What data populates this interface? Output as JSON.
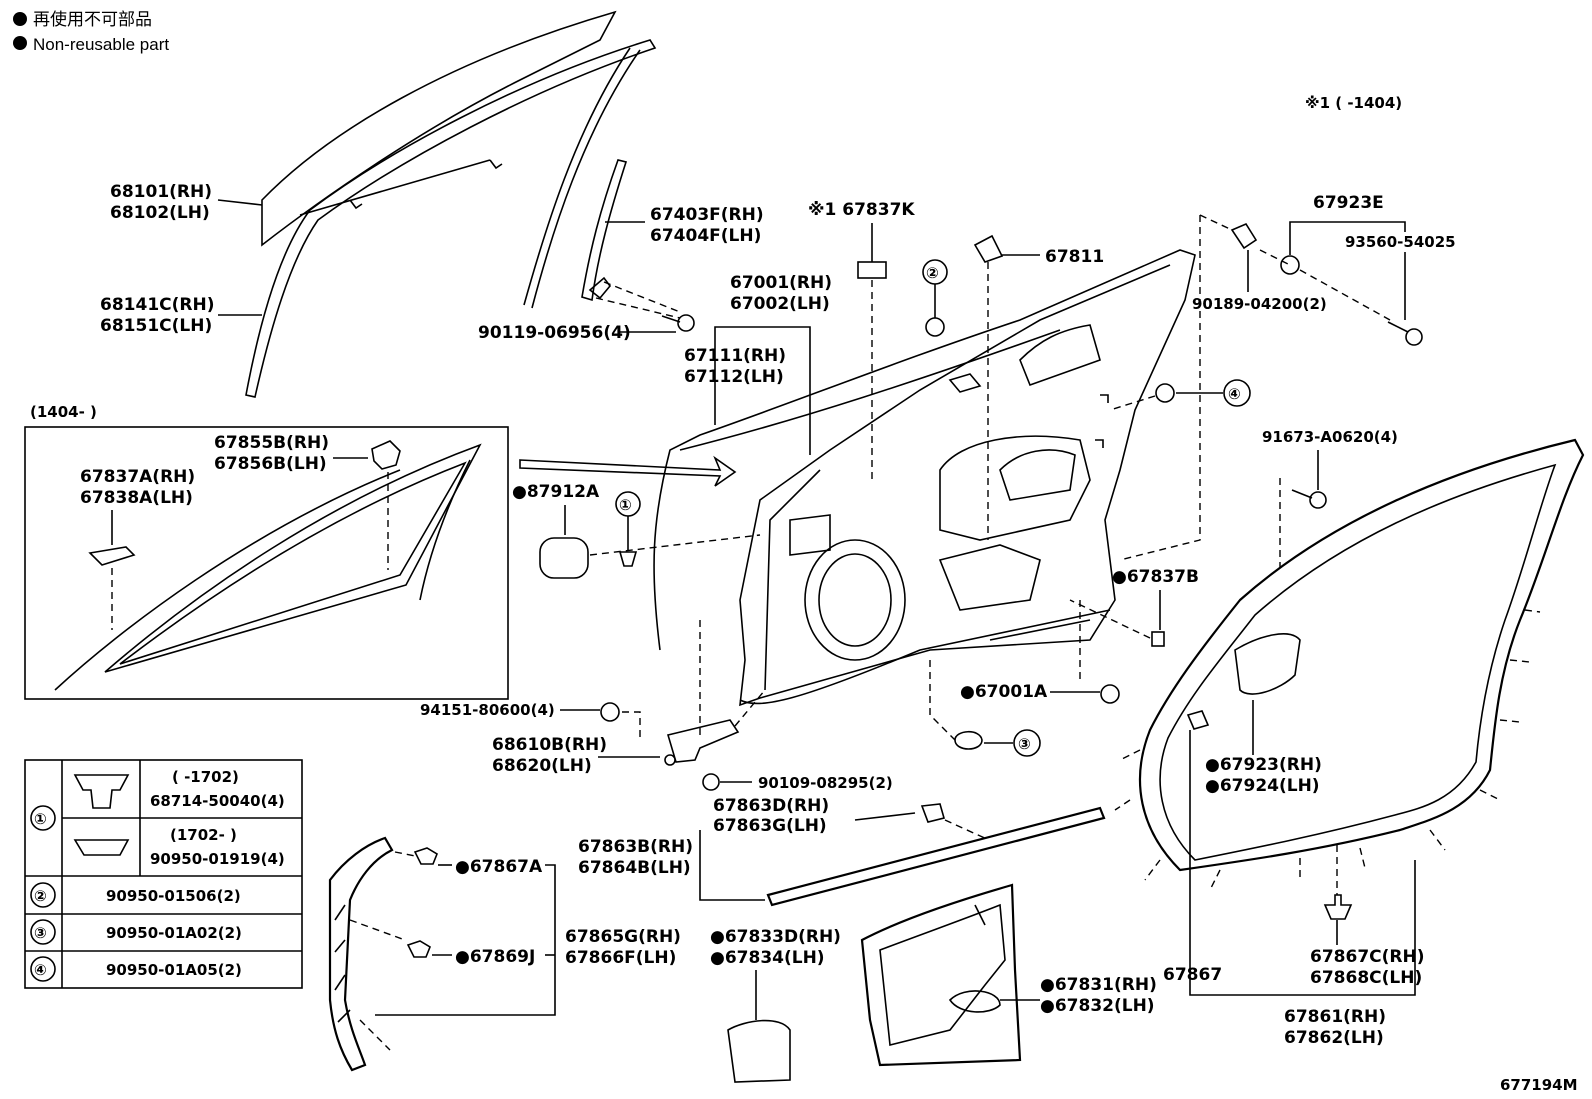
{
  "legend": {
    "non_reusable_jp": "再使用不可部品",
    "non_reusable_en": "Non-reusable part"
  },
  "note_range_1": "※1 (      -1404)",
  "inset_range": "(1404-     )",
  "diagram_code": "677194M",
  "labels": {
    "l68101": "68101(RH)",
    "l68102": "68102(LH)",
    "l68141c": "68141C(RH)",
    "l68151c": "68151C(LH)",
    "l67403f": "67403F(RH)",
    "l67404f": "67404F(LH)",
    "l90119": "90119-06956(4)",
    "l67837k": "※1 67837K",
    "l67811": "67811",
    "l67001": "67001(RH)",
    "l67002": "67002(LH)",
    "l67111": "67111(RH)",
    "l67112": "67112(LH)",
    "l67923e": "67923E",
    "l93560": "93560-54025",
    "l90189": "90189-04200(2)",
    "l91673": "91673-A0620(4)",
    "l67855b": "67855B(RH)",
    "l67856b": "67856B(LH)",
    "l67837a": "67837A(RH)",
    "l67838a": "67838A(LH)",
    "l87912a": "●87912A",
    "l67837b": "●67837B",
    "l67001a": "●67001A",
    "l94151": "94151-80600(4)",
    "l68610b": "68610B(RH)",
    "l68620": "68620(LH)",
    "l90109": "90109-08295(2)",
    "l67923rh": "●67923(RH)",
    "l67924lh": "●67924(LH)",
    "l67863d": "67863D(RH)",
    "l67863g": "67863G(LH)",
    "l67863b": "67863B(RH)",
    "l67864b": "67864B(LH)",
    "l67867a": "●67867A",
    "l67869j": "●67869J",
    "l67865g": "67865G(RH)",
    "l67866f": "67866F(LH)",
    "l67833d": "●67833D(RH)",
    "l67834": "●67834(LH)",
    "l67831": "●67831(RH)",
    "l67832": "●67832(LH)",
    "l67867": "67867",
    "l67867c": "67867C(RH)",
    "l67868c": "67868C(LH)",
    "l67861": "67861(RH)",
    "l67862": "67862(LH)"
  },
  "callouts": {
    "c1": "①",
    "c2": "②",
    "c3": "③",
    "c4": "④"
  },
  "parts_table": {
    "row1_range_a": "(      -1702)",
    "row1_part_a": "68714-50040(4)",
    "row1_range_b": "(1702-      )",
    "row1_part_b": "90950-01919(4)",
    "row2_part": "90950-01506(2)",
    "row3_part": "90950-01A02(2)",
    "row4_part": "90950-01A05(2)"
  }
}
